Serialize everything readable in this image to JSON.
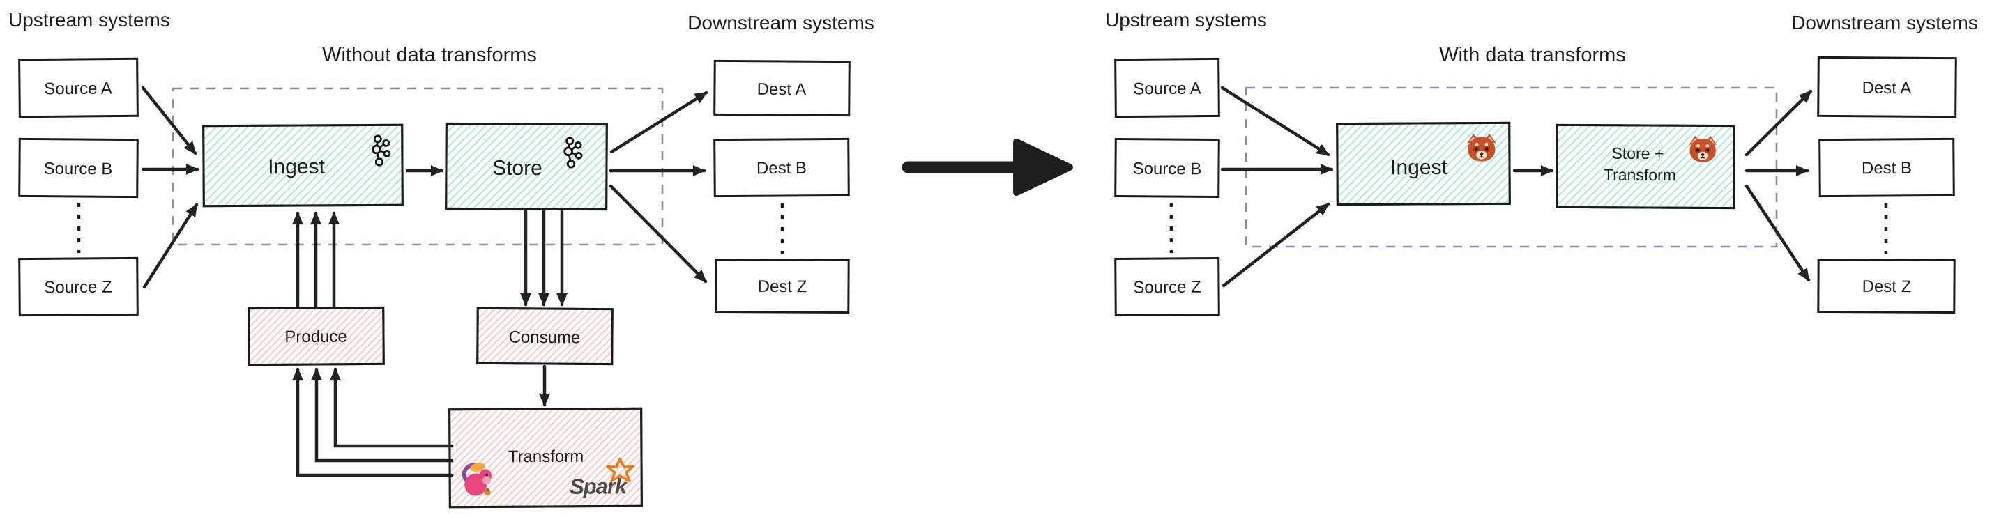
{
  "colors": {
    "box_stroke": "#1b1b1b",
    "teal_hatch": "#8fe3c4",
    "pink_hatch": "#f4b4ab",
    "dashed_border": "#8290a6",
    "arrow": "#222222",
    "text": "#1c1c1c",
    "spark_orange": "#ee7b1c",
    "spark_text": "#4a4a4a",
    "panda_orange": "#c8502a",
    "flink_pink": "#e8477e"
  },
  "left_diagram": {
    "upstream_label": "Upstream systems",
    "title": "Without data transforms",
    "downstream_label": "Downstream systems",
    "sources": [
      "Source A",
      "Source B",
      "Source Z"
    ],
    "destinations": [
      "Dest A",
      "Dest B",
      "Dest Z"
    ],
    "ingest": {
      "label": "Ingest",
      "icon": "kafka-icon"
    },
    "store": {
      "label": "Store",
      "icon": "kafka-icon"
    },
    "produce_label": "Produce",
    "consume_label": "Consume",
    "transform": {
      "label": "Transform",
      "icons": [
        "flink-icon",
        "spark-logo"
      ],
      "spark_text": "Spark"
    }
  },
  "right_diagram": {
    "upstream_label": "Upstream systems",
    "title": "With data transforms",
    "downstream_label": "Downstream systems",
    "sources": [
      "Source A",
      "Source B",
      "Source Z"
    ],
    "destinations": [
      "Dest A",
      "Dest B",
      "Dest Z"
    ],
    "ingest": {
      "label": "Ingest",
      "icon": "red-panda-icon"
    },
    "store_transform": {
      "label_line1": "Store +",
      "label_line2": "Transform",
      "icon": "red-panda-icon"
    }
  }
}
